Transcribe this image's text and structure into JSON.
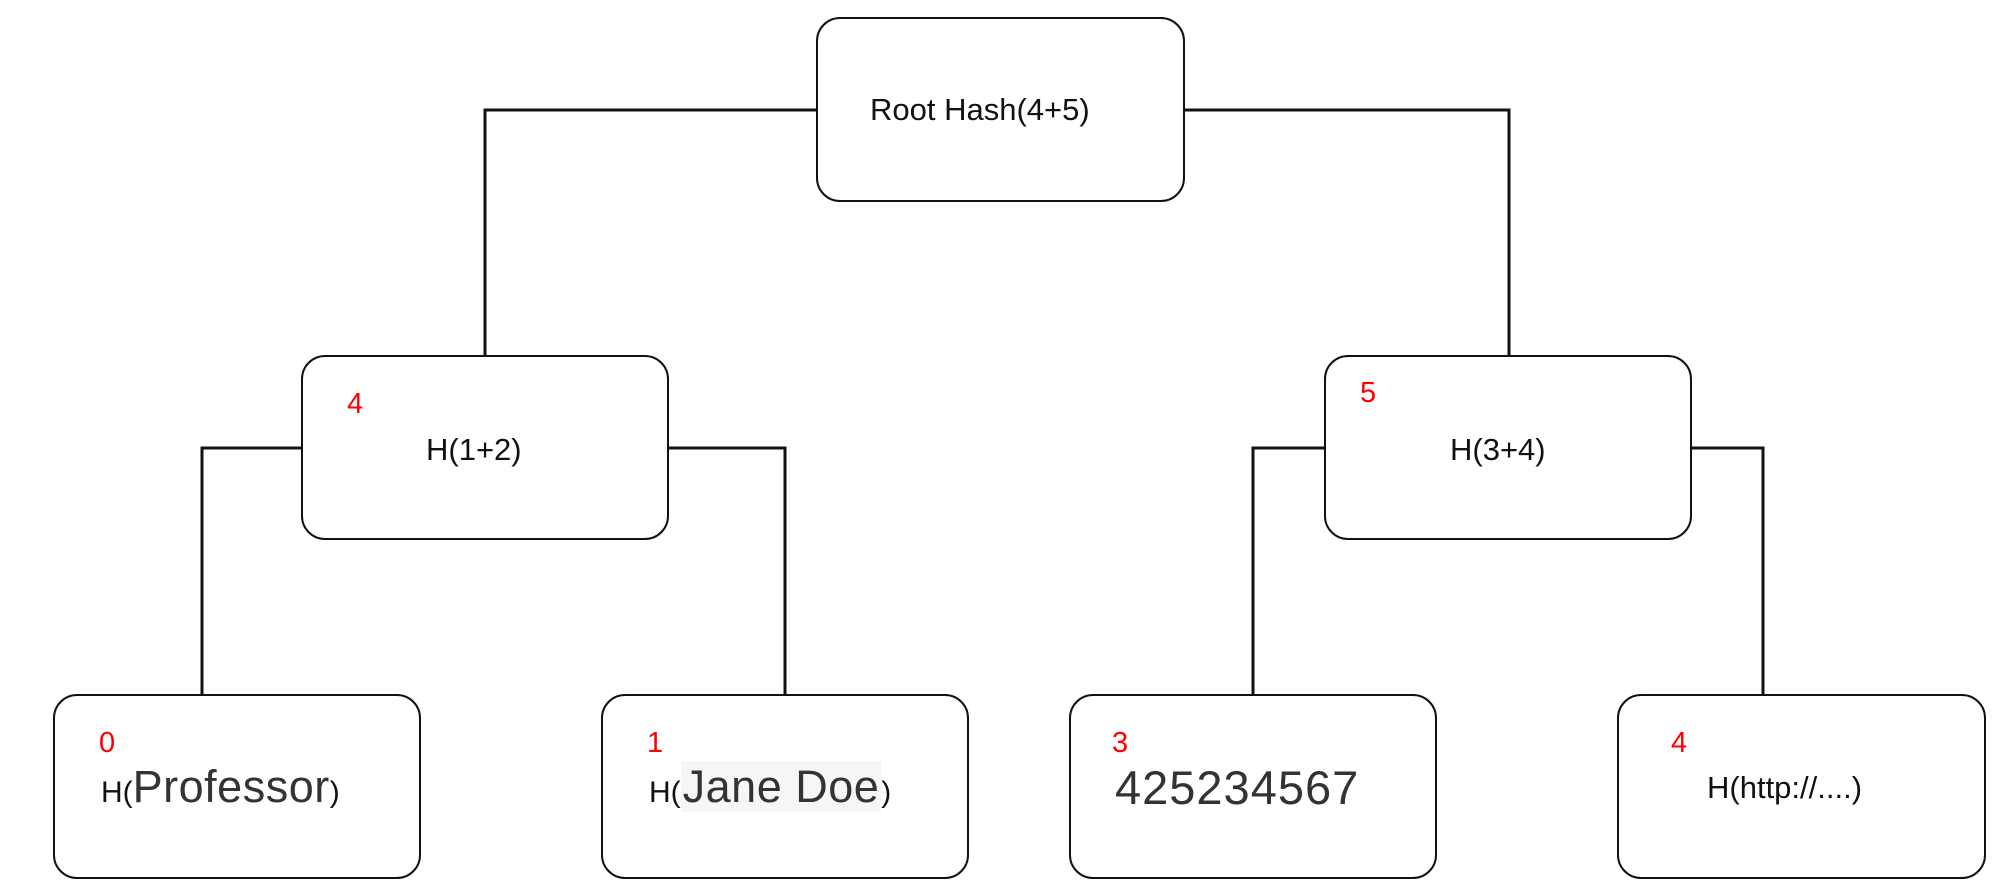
{
  "nodes": {
    "root": {
      "label": "Root Hash(4+5)"
    },
    "left_parent": {
      "index": "4",
      "label": "H(1+2)"
    },
    "right_parent": {
      "index": "5",
      "label": "H(3+4)"
    },
    "leaf_professor": {
      "index": "0",
      "prefix": "H(",
      "value": "Professor",
      "suffix": ")"
    },
    "leaf_jane": {
      "index": "1",
      "prefix": "H(",
      "value": "Jane Doe",
      "suffix": ")"
    },
    "leaf_number": {
      "index": "3",
      "value": "425234567"
    },
    "leaf_url": {
      "index": "4",
      "label": "H(http://....)"
    }
  },
  "colors": {
    "stroke": "#111111",
    "index_text": "#ff0000",
    "value_text": "#333333"
  }
}
